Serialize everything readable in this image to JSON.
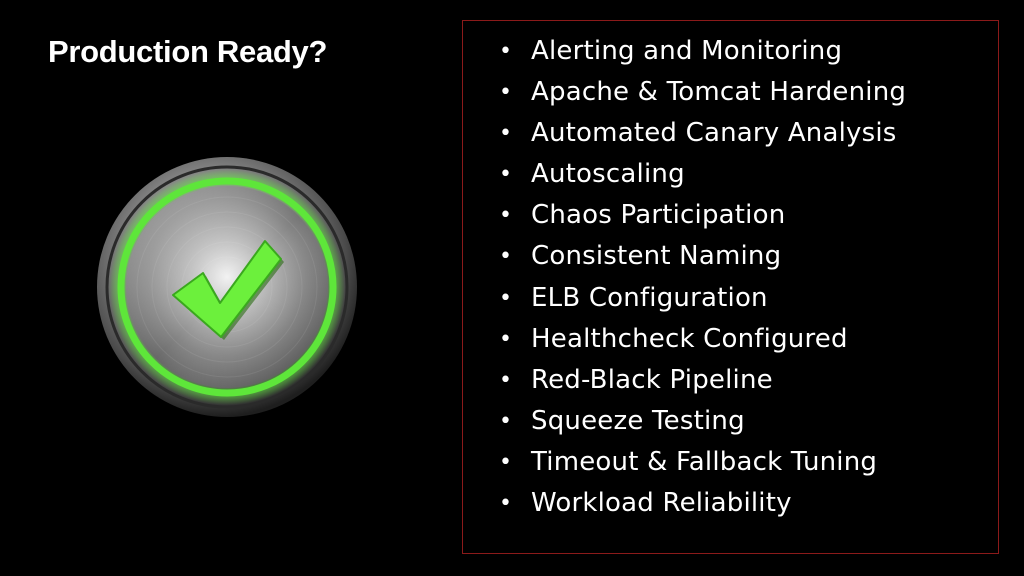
{
  "slide": {
    "title": "Production Ready?",
    "bullet_glyph": "•",
    "checklist": [
      "Alerting and Monitoring",
      "Apache & Tomcat Hardening",
      "Automated Canary Analysis",
      "Autoscaling",
      "Chaos Participation",
      "Consistent Naming",
      "ELB Configuration",
      "Healthcheck Configured",
      "Red-Black Pipeline",
      "Squeeze Testing",
      "Timeout & Fallback Tuning",
      "Workload Reliability"
    ]
  },
  "graphic": {
    "icon": "green-checkmark-button-icon",
    "ring_color": "#5ee63a",
    "check_color": "#6cf03c",
    "metal_color": "#9a9a9a"
  },
  "colors": {
    "background": "#000000",
    "text": "#ffffff",
    "box_border": "#8b1a1a"
  }
}
